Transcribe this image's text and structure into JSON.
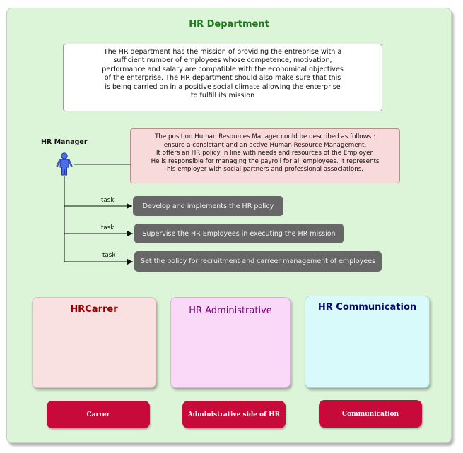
{
  "title": "HR Department",
  "mission": {
    "lines": [
      "The HR department has the mission of providing the entreprise with a",
      "sufficient number of employees whose competence, motivation,",
      "performance and salary are compatible with the economical objectives",
      "of the enterprise. The HR department should also make sure that this",
      "is being carried on in a positive social climate allowing the enterprise",
      "to fulfill its mission"
    ]
  },
  "manager": {
    "label": "HR Manager",
    "icon": "person-icon",
    "description_lines": [
      "The position Human Resources Manager could be described as follows :",
      "ensure a consistant and an active Human Resource Management.",
      "It offers an HR policy in line with needs and resources of the Employer.",
      "He is responsible for managing the payroll for all employees. It represents",
      "his employer with social partners and professional associations."
    ]
  },
  "tasks": [
    {
      "edge_label": "task",
      "text": "Develop and implements the HR policy"
    },
    {
      "edge_label": "task",
      "text": "Supervise the HR Employees in executing the HR mission"
    },
    {
      "edge_label": "task",
      "text": "Set the policy for recruitment and carreer management of employees"
    }
  ],
  "departments": [
    {
      "name": "HRCarrer",
      "action": "Carrer",
      "color": "#990000",
      "fill": "#f9e1e1"
    },
    {
      "name": "HR Administrative",
      "action": "Administrative side of HR",
      "color": "#800080",
      "fill": "#f9d9f7"
    },
    {
      "name": "HR Communication",
      "action": "Communication",
      "color": "#0a0a6e",
      "fill": "#d8fafa"
    }
  ],
  "colors": {
    "panel": "#dcf5d8",
    "title": "#1d7a1d",
    "task_fill": "#676767",
    "action_fill": "#c80a3a",
    "person": "#4a6cf0"
  }
}
